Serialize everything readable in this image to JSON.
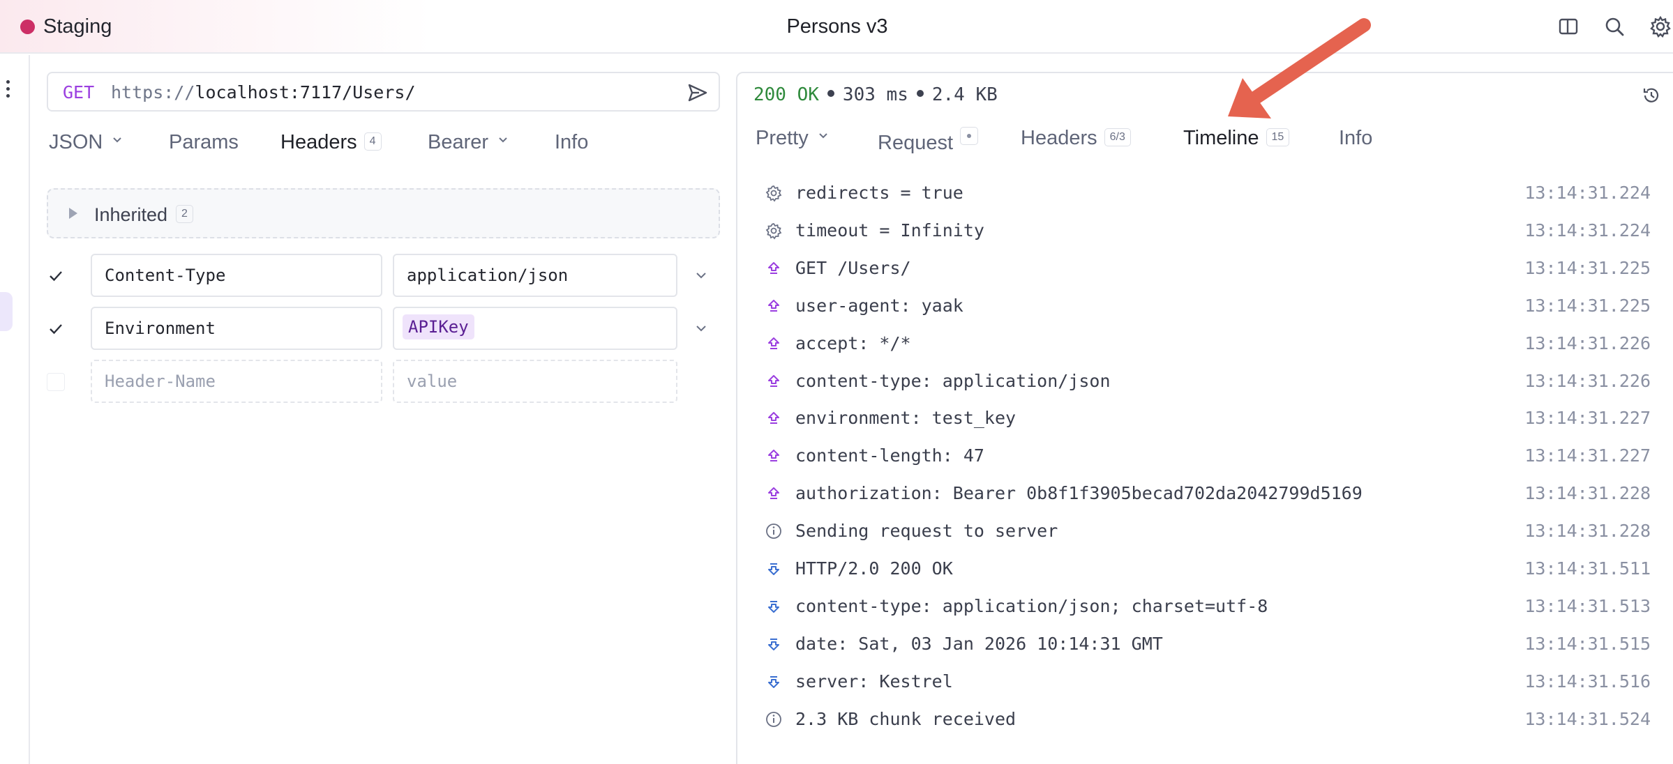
{
  "titlebar": {
    "environment": "Staging",
    "environment_color": "#cc2f66",
    "title": "Persons v3",
    "icons": [
      "sidebar-toggle-icon",
      "search-icon",
      "gear-icon"
    ]
  },
  "request": {
    "method": "GET",
    "url_scheme": "https://",
    "url_rest": "localhost:7117/Users/",
    "tabs": [
      {
        "label": "JSON",
        "dropdown": true
      },
      {
        "label": "Params"
      },
      {
        "label": "Headers",
        "badge": "4",
        "active": true
      },
      {
        "label": "Bearer",
        "dropdown": true
      },
      {
        "label": "Info"
      }
    ],
    "inherited": {
      "label": "Inherited",
      "count": "2"
    },
    "headers": [
      {
        "enabled": true,
        "name": "Content-Type",
        "value": "application/json"
      },
      {
        "enabled": true,
        "name": "Environment",
        "value": "APIKey",
        "is_variable": true
      }
    ],
    "new_header": {
      "name_placeholder": "Header-Name",
      "value_placeholder": "value"
    }
  },
  "response": {
    "status": "200 OK",
    "status_color": "#2f8a3c",
    "time": "303 ms",
    "size": "2.4 KB",
    "tabs": [
      {
        "label": "Pretty",
        "dropdown": true
      },
      {
        "label": "Request",
        "badge": "•"
      },
      {
        "label": "Headers",
        "badge": "6/3"
      },
      {
        "label": "Timeline",
        "badge": "15",
        "active": true
      },
      {
        "label": "Info"
      }
    ],
    "timeline": [
      {
        "icon": "gear-icon",
        "text": "redirects = true",
        "time": "13:14:31.224"
      },
      {
        "icon": "gear-icon",
        "text": "timeout = Infinity",
        "time": "13:14:31.224"
      },
      {
        "icon": "upload-arrow-icon",
        "text": "GET /Users/",
        "time": "13:14:31.225"
      },
      {
        "icon": "upload-arrow-icon",
        "text": "user-agent: yaak",
        "time": "13:14:31.225"
      },
      {
        "icon": "upload-arrow-icon",
        "text": "accept: */*",
        "time": "13:14:31.226"
      },
      {
        "icon": "upload-arrow-icon",
        "text": "content-type: application/json",
        "time": "13:14:31.226"
      },
      {
        "icon": "upload-arrow-icon",
        "text": "environment: test_key",
        "time": "13:14:31.227"
      },
      {
        "icon": "upload-arrow-icon",
        "text": "content-length: 47",
        "time": "13:14:31.227"
      },
      {
        "icon": "upload-arrow-icon",
        "text": "authorization: Bearer 0b8f1f3905becad702da2042799d5169",
        "time": "13:14:31.228"
      },
      {
        "icon": "info-icon",
        "text": "Sending request to server",
        "time": "13:14:31.228"
      },
      {
        "icon": "download-arrow-icon",
        "text": "HTTP/2.0 200 OK",
        "time": "13:14:31.511"
      },
      {
        "icon": "download-arrow-icon",
        "text": "content-type: application/json; charset=utf-8",
        "time": "13:14:31.513"
      },
      {
        "icon": "download-arrow-icon",
        "text": "date: Sat, 03 Jan 2026 10:14:31 GMT",
        "time": "13:14:31.515"
      },
      {
        "icon": "download-arrow-icon",
        "text": "server: Kestrel",
        "time": "13:14:31.516"
      },
      {
        "icon": "info-icon",
        "text": "2.3 KB chunk received",
        "time": "13:14:31.524"
      }
    ]
  },
  "colors": {
    "accent_purple": "#9b3fe0",
    "download_blue": "#3b6fd1",
    "annotation_arrow": "#e5634f"
  }
}
